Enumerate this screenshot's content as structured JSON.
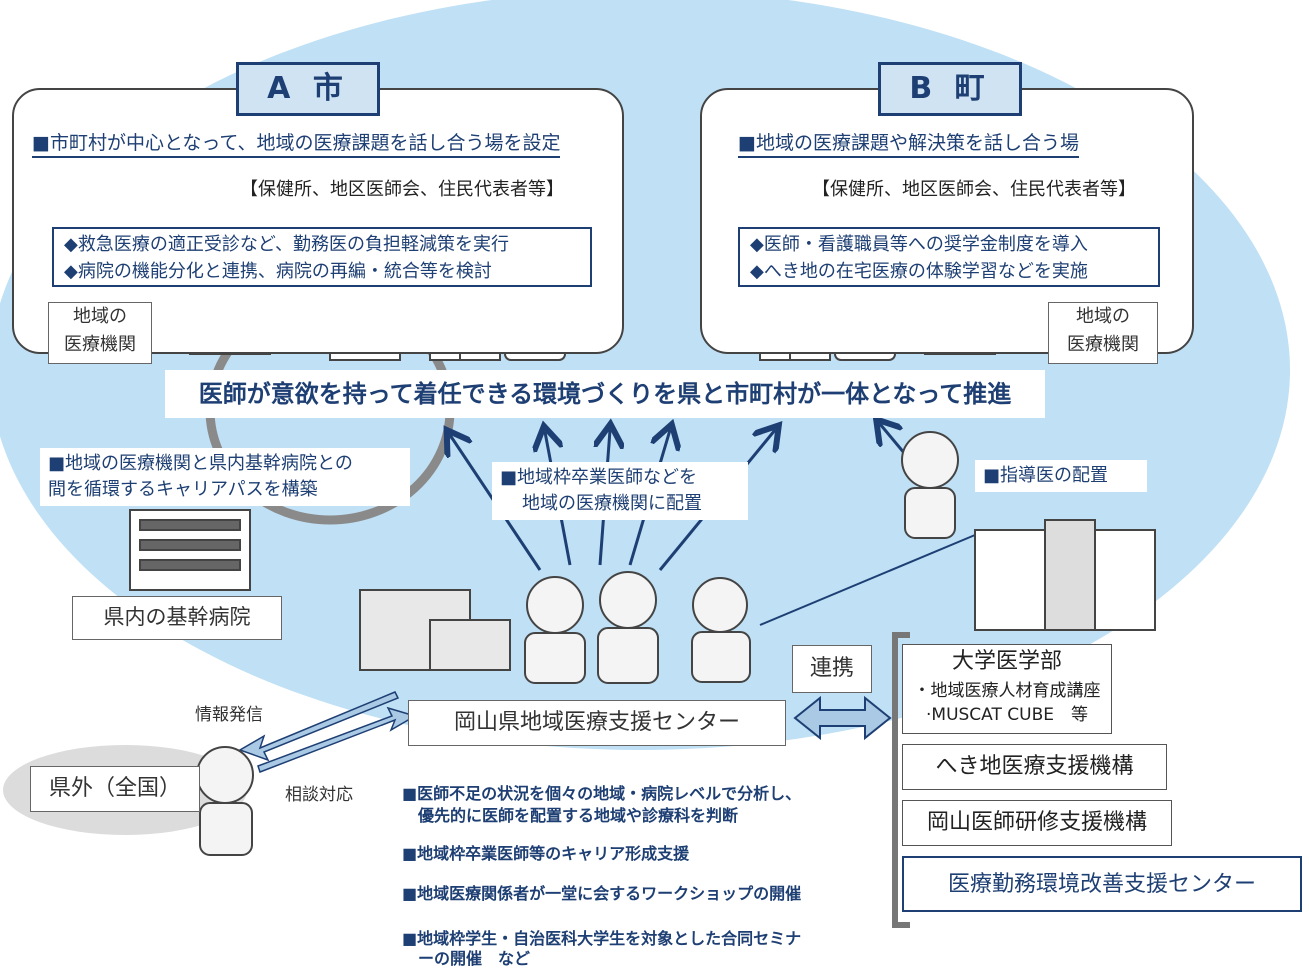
{
  "city_a": {
    "tag": "A 市",
    "heading": "■市町村が中心となって、地域の医療課題を話し合う場を設定",
    "members": "【保健所、地区医師会、住民代表者等】",
    "actions": [
      "◆救急医療の適正受診など、勤務医の負担軽減策を実行",
      "◆病院の機能分化と連携、病院の再編・統合等を検討"
    ],
    "facility_label_1": "地域の",
    "facility_label_2": "医療機関"
  },
  "town_b": {
    "tag": "B 町",
    "heading": "■地域の医療課題や解決策を話し合う場",
    "members": "【保健所、地区医師会、住民代表者等】",
    "actions": [
      "◆医師・看護職員等への奨学金制度を導入",
      "◆へき地の在宅医療の体験学習などを実施"
    ],
    "facility_label_1": "地域の",
    "facility_label_2": "医療機関"
  },
  "banner": "医師が意欲を持って着任できる環境づくりを県と市町村が一体となって推進",
  "career_path_note": [
    "■地域の医療機関と県内基幹病院との",
    "間を循環するキャリアパスを構築"
  ],
  "placement_note": [
    "■地域枠卒業医師などを",
    "地域の医療機関に配置"
  ],
  "instructor_note": "■指導医の配置",
  "core_hospital_label": "県内の基幹病院",
  "center_label": "岡山県地域医療支援センター",
  "renkei_label": "連携",
  "info_label": "情報発信",
  "consult_label": "相談対応",
  "outside_label": "県外（全国）",
  "university": {
    "title": "大学医学部",
    "items": [
      "・地域医療人材育成講座",
      "·MUSCAT CUBE　等"
    ]
  },
  "orgs": [
    "へき地医療支援機構",
    "岡山医師研修支援機構",
    "医療勤務環境改善支援センター"
  ],
  "center_activities": [
    "■医師不足の状況を個々の地域・病院レベルで分析し、",
    "　優先的に医師を配置する地域や診療科を判断",
    "■地域枠卒業医師等のキャリア形成支援",
    "■地域医療関係者が一堂に会するワークショップの開催",
    "■地域枠学生・自治医科大学生を対象とした合同セミナ",
    "　ーの開催　など"
  ],
  "colors": {
    "navy": "#1e3f73",
    "light_blue_bg": "#bfe0f5",
    "tag_fill": "#cfe3f3",
    "arrow_fill": "#a9c9e4"
  }
}
